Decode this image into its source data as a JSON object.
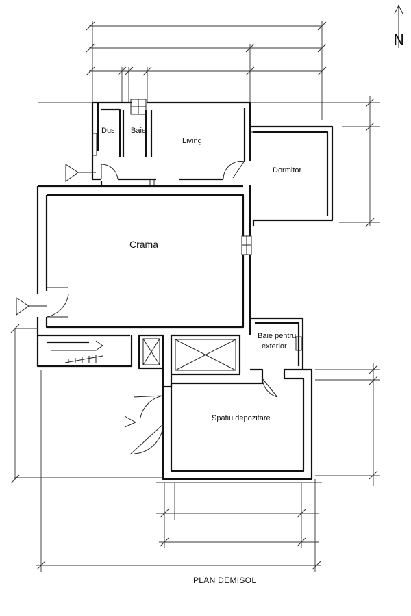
{
  "title": "PLAN DEMISOL",
  "north_label": "N",
  "rooms": {
    "dus": "Dus",
    "baie": "Baie",
    "living": "Living",
    "dormitor": "Dormitor",
    "crama": "Crama",
    "baie_exterior_line1": "Baie pentru",
    "baie_exterior_line2": "exterior",
    "spatiu_depozitare": "Spatiu depozitare"
  }
}
